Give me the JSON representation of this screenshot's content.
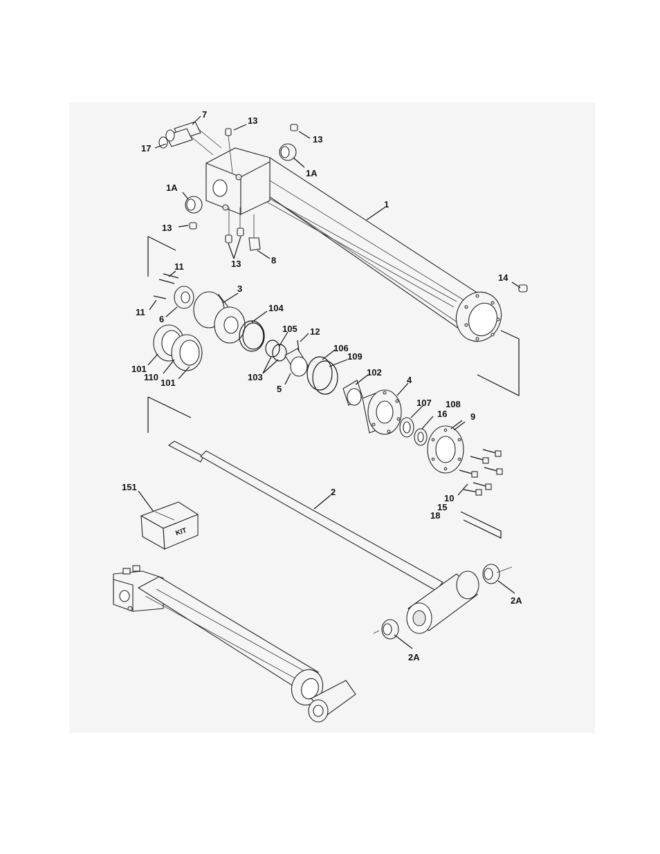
{
  "callouts": [
    {
      "id": "c-7",
      "text": "7"
    },
    {
      "id": "c-17",
      "text": "17"
    },
    {
      "id": "c-13a",
      "text": "13"
    },
    {
      "id": "c-13b",
      "text": "13"
    },
    {
      "id": "c-1a-top",
      "text": "1A"
    },
    {
      "id": "c-1a-left",
      "text": "1A"
    },
    {
      "id": "c-1",
      "text": "1"
    },
    {
      "id": "c-13c",
      "text": "13"
    },
    {
      "id": "c-13d",
      "text": "13"
    },
    {
      "id": "c-8",
      "text": "8"
    },
    {
      "id": "c-11a",
      "text": "11"
    },
    {
      "id": "c-11b",
      "text": "11"
    },
    {
      "id": "c-14",
      "text": "14"
    },
    {
      "id": "c-6",
      "text": "6"
    },
    {
      "id": "c-3",
      "text": "3"
    },
    {
      "id": "c-104",
      "text": "104"
    },
    {
      "id": "c-105",
      "text": "105"
    },
    {
      "id": "c-12",
      "text": "12"
    },
    {
      "id": "c-106",
      "text": "106"
    },
    {
      "id": "c-109",
      "text": "109"
    },
    {
      "id": "c-101a",
      "text": "101"
    },
    {
      "id": "c-110",
      "text": "110"
    },
    {
      "id": "c-101b",
      "text": "101"
    },
    {
      "id": "c-103",
      "text": "103"
    },
    {
      "id": "c-5",
      "text": "5"
    },
    {
      "id": "c-102",
      "text": "102"
    },
    {
      "id": "c-4",
      "text": "4"
    },
    {
      "id": "c-107",
      "text": "107"
    },
    {
      "id": "c-108",
      "text": "108"
    },
    {
      "id": "c-16",
      "text": "16"
    },
    {
      "id": "c-9",
      "text": "9"
    },
    {
      "id": "c-151",
      "text": "151"
    },
    {
      "id": "c-2",
      "text": "2"
    },
    {
      "id": "c-10",
      "text": "10"
    },
    {
      "id": "c-15",
      "text": "15"
    },
    {
      "id": "c-18",
      "text": "18"
    },
    {
      "id": "c-2a-right",
      "text": "2A"
    },
    {
      "id": "c-2a-left",
      "text": "2A"
    }
  ],
  "kit_box_text": "KIT"
}
